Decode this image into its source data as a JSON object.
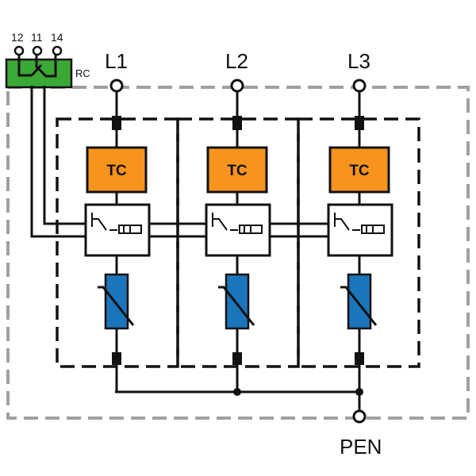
{
  "diagram": {
    "terminal_labels": [
      "12",
      "11",
      "14"
    ],
    "rc_label": "RC",
    "phase_labels": [
      "L1",
      "L2",
      "L3"
    ],
    "tc_label": "TC",
    "pen_label": "PEN",
    "colors": {
      "tc_fill": "#f7941d",
      "varistor_fill": "#1b75bb",
      "connector_fill": "#3aa935",
      "outer_dash": "#a0a0a0",
      "inner_dash": "#111111",
      "wire": "#111111"
    }
  }
}
